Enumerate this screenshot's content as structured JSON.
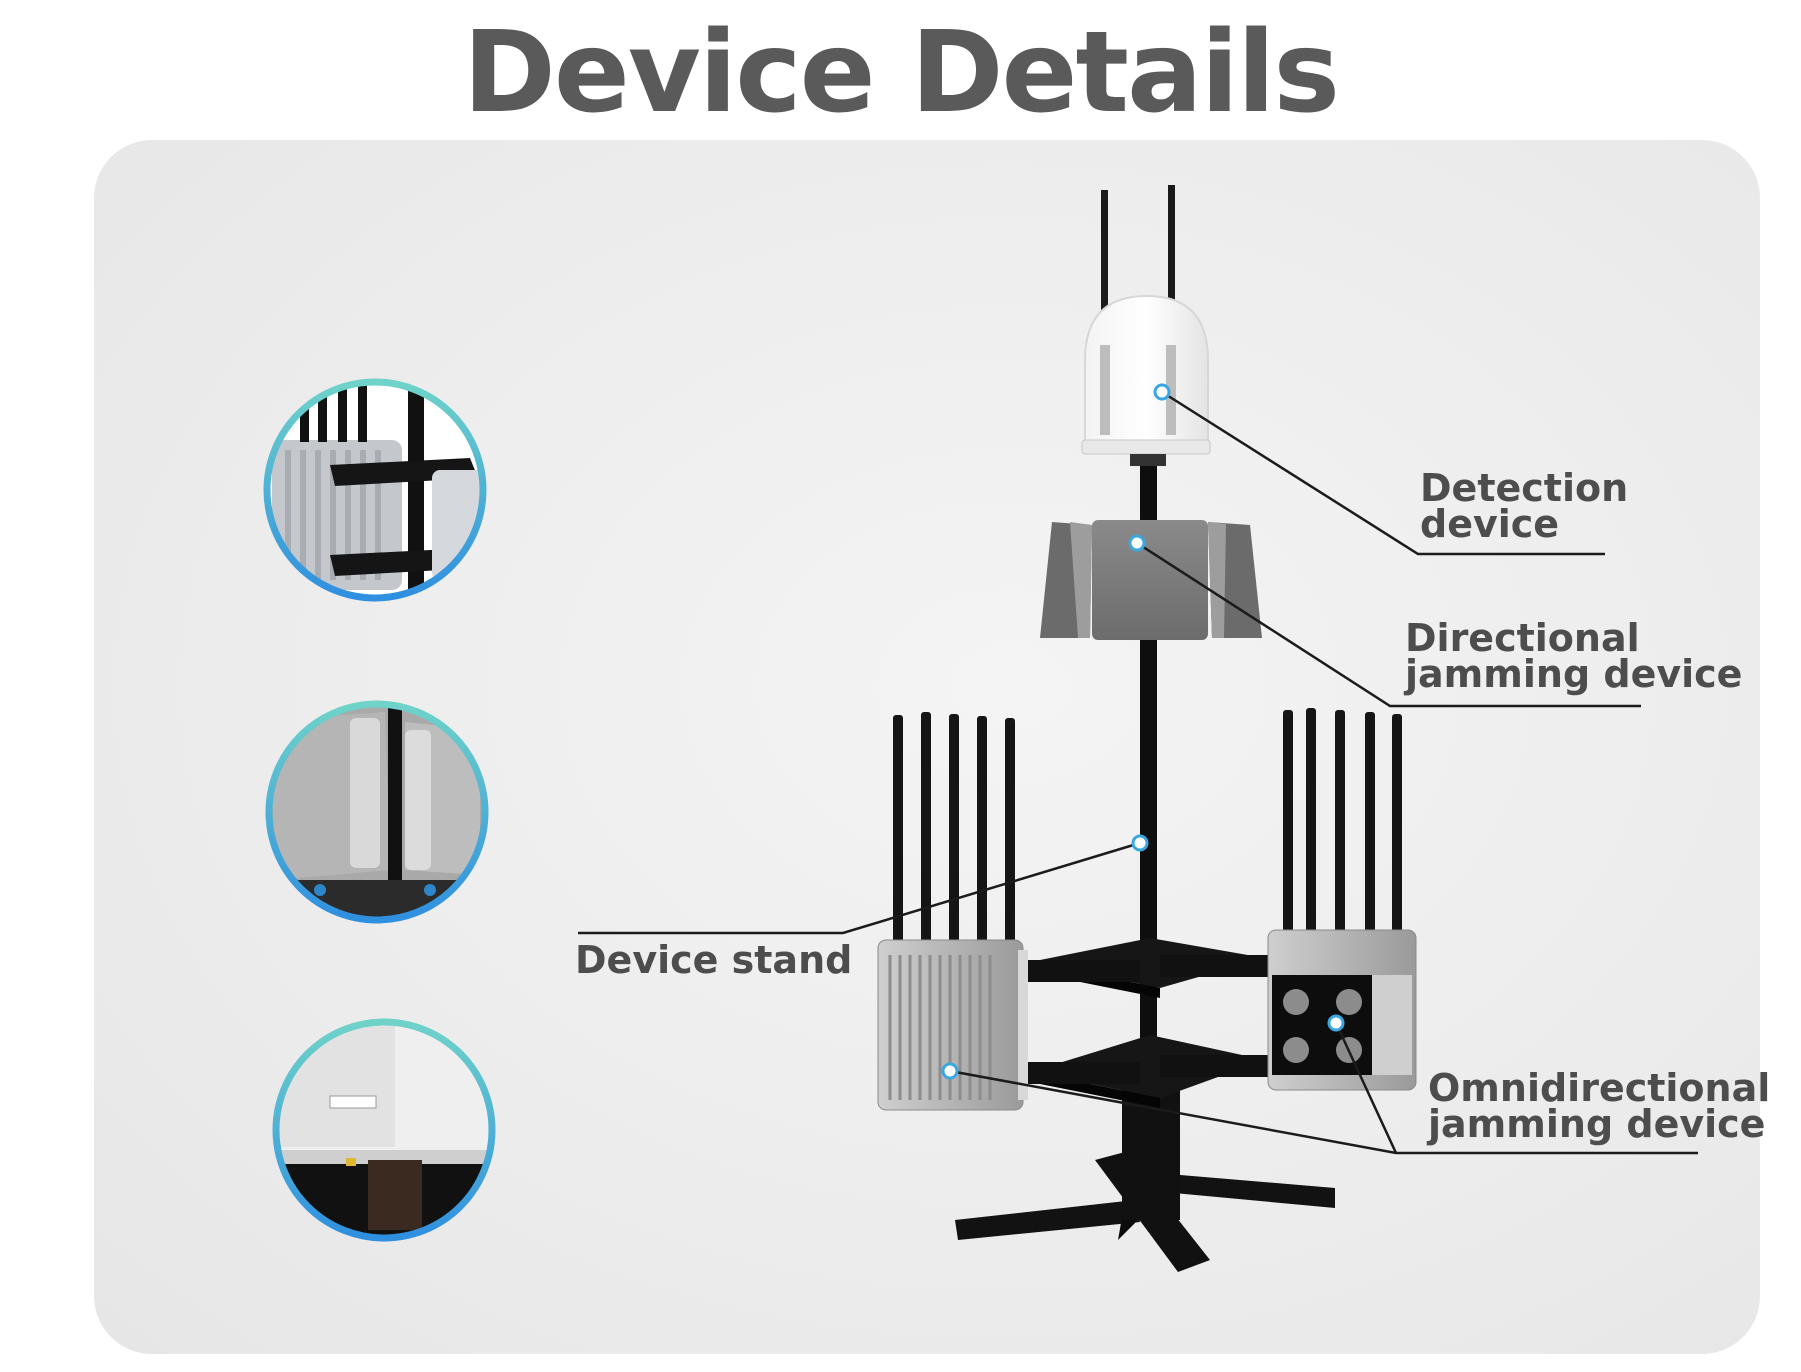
{
  "title": "Device Details",
  "callouts": {
    "detection": [
      "Detection",
      "device"
    ],
    "directional": [
      "Directional",
      "jamming device"
    ],
    "stand": [
      "Device stand"
    ],
    "omni": [
      "Omnidirectional",
      "jamming device"
    ]
  },
  "colors": {
    "title": "#5a5a5a",
    "panel": "#ececec",
    "label": "#4d4d4d",
    "ring": "#4fb0d8",
    "marker": "#3aa7e0",
    "stand": "#0f0f0f"
  }
}
